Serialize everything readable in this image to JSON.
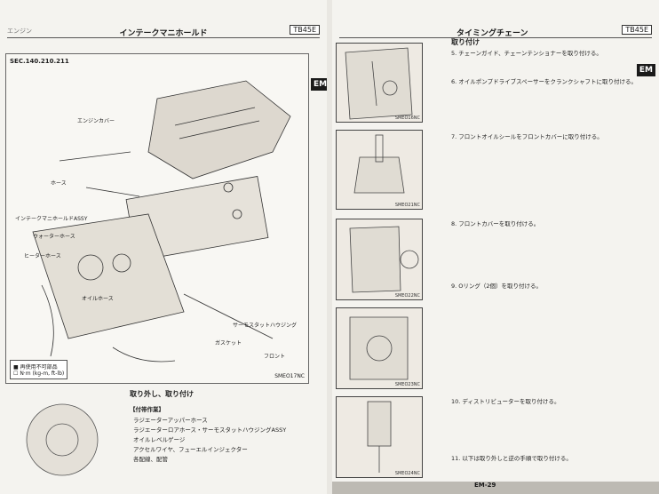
{
  "left": {
    "header": {
      "tag": "エンジン",
      "title": "インテークマニホールド",
      "code": "TB45E"
    },
    "em_tab": "EM",
    "sec_label": "SEC.140.210.211",
    "callouts": [
      "エンジンカバー",
      "ホース",
      "インテークマニホールドASSY",
      "ウォーターホース",
      "ヒーターホース",
      "オイルホース",
      "サーモスタットハウジング",
      "フロント",
      "ガスケット"
    ],
    "figure_code": "SMEO17NC",
    "legend": [
      {
        "symbol": "■",
        "text": "再使用不可部品"
      },
      {
        "symbol": "☐",
        "text": "N·m (kg-m, ft-lb)"
      }
    ],
    "section_title": "取り外し、取り付け",
    "prep_title": "【付帯作業】",
    "prep_items": [
      "ラジエーターアッパーホース",
      "ラジエーターロアホース・サーモスタットハウジングASSY",
      "オイルレベルゲージ",
      "アクセルワイヤ、フューエルインジェクター",
      "各配線、配管"
    ]
  },
  "right": {
    "header": {
      "title": "タイミングチェーン",
      "code": "TB45E"
    },
    "em_tab": "EM",
    "section_title": "取り付け",
    "steps": [
      "5. チェーンガイド、チェーンテンショナーを取り付ける。",
      "6. オイルポンプドライブスペーサーをクランクシャフトに取り付ける。",
      "7. フロントオイルシールをフロントカバーに取り付ける。",
      "8. フロントカバーを取り付ける。",
      "9. Oリング（2個）を取り付ける。",
      "10. ディストリビューターを取り付ける。",
      "11. 以下は取り外しと逆の手順で取り付ける。"
    ],
    "figure_codes": [
      "SMEO16NC",
      "SMEO21NC",
      "SMEO22NC",
      "SMEO23NC",
      "SMEO24NC"
    ],
    "footer": "EM-29"
  }
}
